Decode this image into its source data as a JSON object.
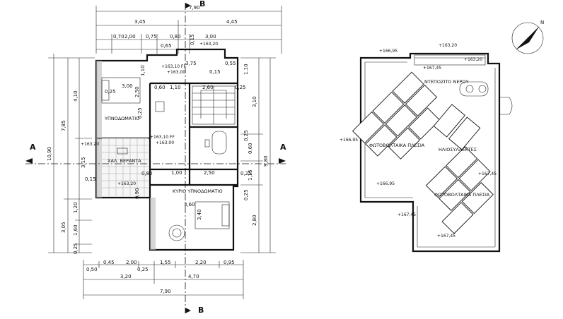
{
  "section_labels": {
    "a": "A",
    "b": "B"
  },
  "top_dims": {
    "overall": "7,90",
    "row2": [
      "3,45",
      "4,45"
    ],
    "row3": [
      "0,70",
      "2,00",
      "0,75",
      "0,80",
      "3,00"
    ],
    "row4": [
      "0,65",
      "0,15"
    ]
  },
  "bottom_dims": {
    "row1": [
      "0,50",
      "0,45",
      "2,00",
      "0,25",
      "1,55",
      "2,20",
      "0,95"
    ],
    "row2": [
      "3,20",
      "4,70"
    ],
    "overall": "7,90"
  },
  "left_dims": {
    "overall": "10,90",
    "mid": [
      "7,85",
      "3,05"
    ],
    "inner": [
      "4,10",
      "3,15",
      "1,20",
      "1,60",
      "0,25"
    ]
  },
  "right_dims": {
    "overall": "9,80",
    "col": [
      "3,10",
      "0,60",
      "1,15",
      "2,80"
    ],
    "small": [
      "1,10",
      "0,55",
      "0,25",
      "0,25"
    ]
  },
  "interior_dims": [
    "3,75",
    "0,15",
    "1,10",
    "0,60",
    "1,10",
    "2,60",
    "0,25",
    "3,00",
    "2,50",
    "0,25",
    "0,25",
    "0,15",
    "0,80",
    "1,00",
    "2,50",
    "3,60",
    "3,40",
    "0,25",
    "0,90"
  ],
  "floor_levels": {
    "top_right": "+163,20",
    "entry1": "+163,10 FF",
    "entry2": "+163,00",
    "balcony1": "+163,10 FF",
    "balcony2": "+163,00",
    "left": "+163,20",
    "bottom": "+163,20"
  },
  "rooms": {
    "bedroom": "ΥΠΝΟΔΩΜΑΤΙΟ",
    "balcony": "ΧΑΛ. ΒΕΡΑΝΤΑ",
    "master": "ΚΥΡΙΟ ΥΠΝΟΔΩΜΑΤΙΟ"
  },
  "roof": {
    "levels": {
      "l1": "+166,95",
      "l2": "+163,20",
      "l3": "+167,45",
      "l4": "+163,20",
      "l5": "+166,95",
      "l6": "+166,95",
      "l7": "+167,45",
      "l8": "+167,45",
      "l9": "+167,45"
    },
    "labels": {
      "tank": "ΝΤΕΠΟΖΙΤΟ ΝΕΡΟΥ",
      "pv1": "ΦΩΤΟΒΟΛΤΑΙΚΑ ΠΛΕΣΙΑ",
      "collectors": "ΗΛΙΟΣΥΛΛΕΚΤΕΣ",
      "pv2": "ΦΩΤΟΒΟΛΤΑΙΚΑ ΠΛΕΣΙΑ"
    }
  },
  "north_label": "N",
  "icons": [
    "north-arrow-icon",
    "section-marker-icon",
    "stair-icon",
    "bed-icon",
    "table-chairs-icon",
    "water-tank-icon"
  ]
}
